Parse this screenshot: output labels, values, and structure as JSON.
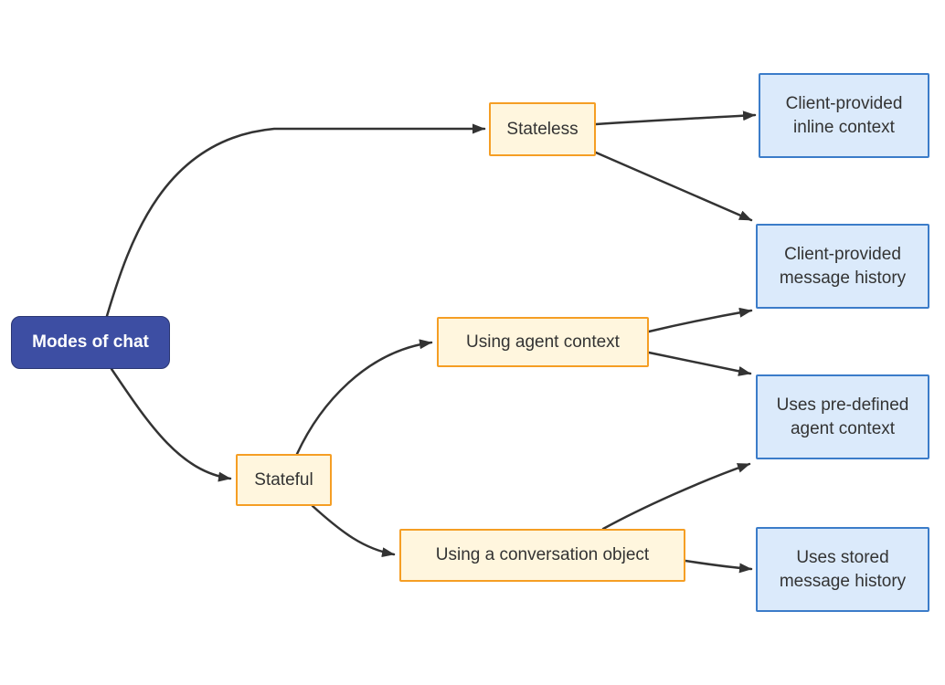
{
  "diagram": {
    "type": "flowchart",
    "direction": "left-to-right",
    "nodes": {
      "modes_of_chat": {
        "label": "Modes of chat",
        "role": "root"
      },
      "stateless": {
        "label": "Stateless",
        "role": "branch"
      },
      "stateful": {
        "label": "Stateful",
        "role": "branch"
      },
      "using_agent_context": {
        "label": "Using agent context",
        "role": "branch"
      },
      "using_conversation_object": {
        "label": "Using a conversation object",
        "role": "branch"
      },
      "client_inline_context": {
        "label": "Client-provided inline context",
        "role": "leaf"
      },
      "client_message_history": {
        "label": "Client-provided message history",
        "role": "leaf"
      },
      "predefined_agent_context": {
        "label": "Uses pre-defined agent context",
        "role": "leaf"
      },
      "stored_message_history": {
        "label": "Uses stored message history",
        "role": "leaf"
      }
    },
    "edges": [
      {
        "from": "modes_of_chat",
        "to": "stateless"
      },
      {
        "from": "modes_of_chat",
        "to": "stateful"
      },
      {
        "from": "stateless",
        "to": "client_inline_context"
      },
      {
        "from": "stateless",
        "to": "client_message_history"
      },
      {
        "from": "stateful",
        "to": "using_agent_context"
      },
      {
        "from": "stateful",
        "to": "using_conversation_object"
      },
      {
        "from": "using_agent_context",
        "to": "client_message_history"
      },
      {
        "from": "using_agent_context",
        "to": "predefined_agent_context"
      },
      {
        "from": "using_conversation_object",
        "to": "predefined_agent_context"
      },
      {
        "from": "using_conversation_object",
        "to": "stored_message_history"
      }
    ],
    "palette": {
      "root_fill": "#3D4EA3",
      "root_border": "#2A3672",
      "root_text": "#FFFFFF",
      "branch_fill": "#FFF6DE",
      "branch_border": "#F59E24",
      "leaf_fill": "#DBEAFB",
      "leaf_border": "#3B7CC9",
      "node_text": "#333333",
      "edge_color": "#333333"
    }
  }
}
